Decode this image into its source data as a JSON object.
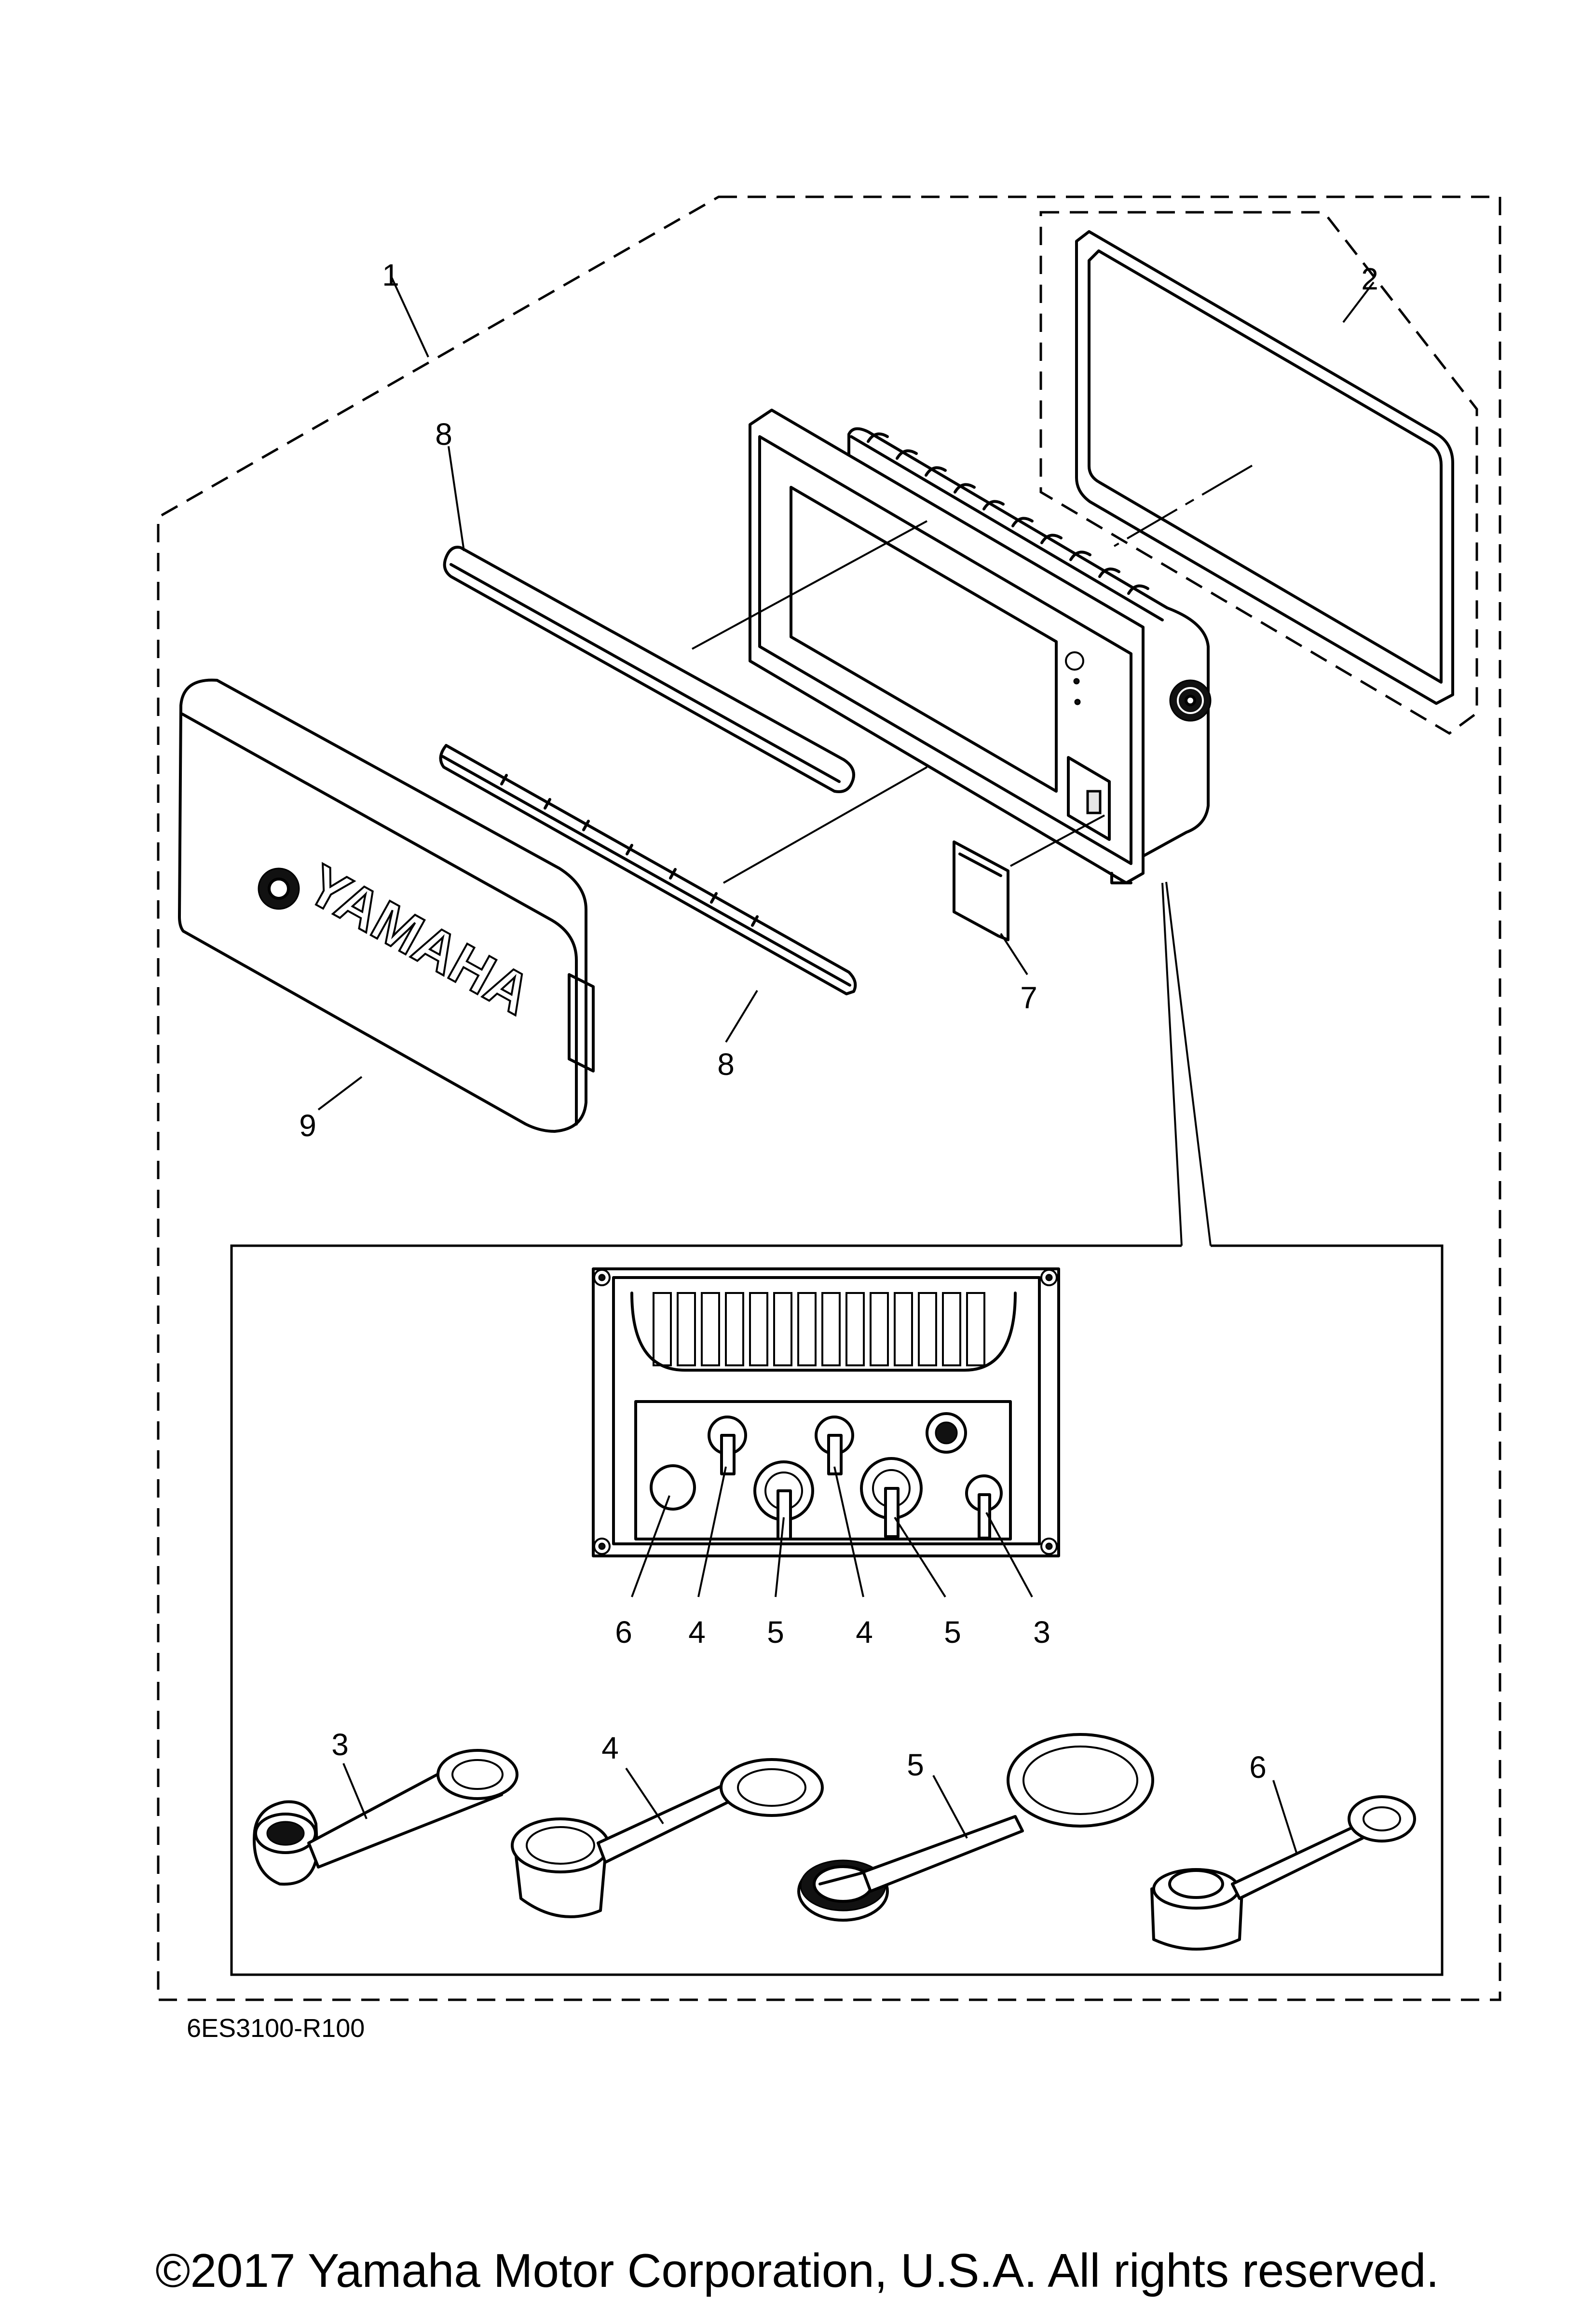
{
  "drawing_code": "6ES3100-R100",
  "copyright": "©2017 Yamaha Motor Corporation, U.S.A. All rights reserved.",
  "cover_logo_text": "YAMAHA",
  "callouts": {
    "part_1": "1",
    "part_2": "2",
    "part_7": "7",
    "part_8_top": "8",
    "part_8_bottom": "8",
    "part_9": "9",
    "rear_6": "6",
    "rear_4_left": "4",
    "rear_5_left": "5",
    "rear_4_right": "4",
    "rear_5_right": "5",
    "rear_3": "3",
    "cap_3": "3",
    "cap_4": "4",
    "cap_5": "5",
    "cap_6": "6"
  }
}
